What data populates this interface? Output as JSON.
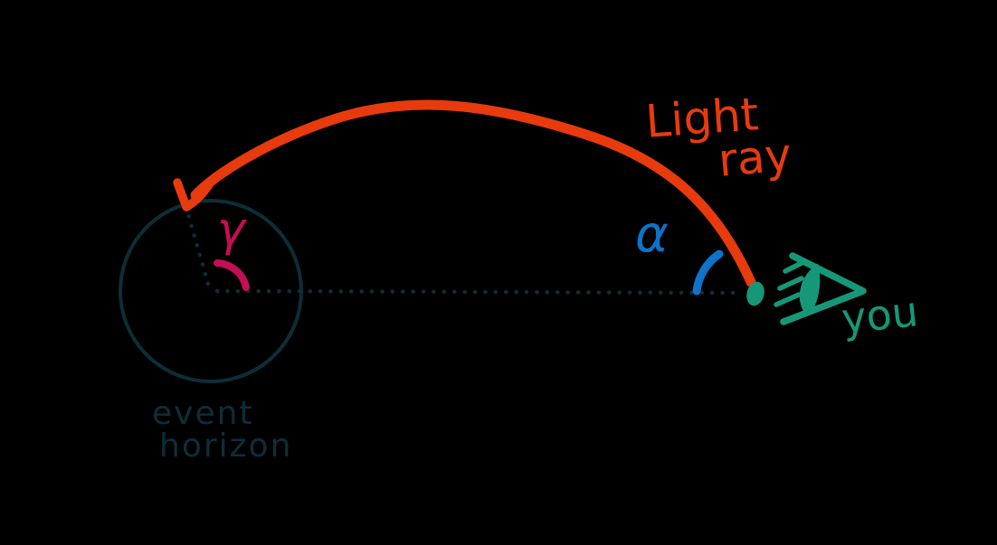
{
  "colors": {
    "background": "#000000",
    "light_ray": "#e83b0d",
    "alpha": "#0e73c9",
    "gamma": "#c50f55",
    "observer": "#169878",
    "dark_ink": "#0d2e38"
  },
  "labels": {
    "light_ray": {
      "line1": "Light",
      "line2": "ray"
    },
    "event_horizon": {
      "line1": "event",
      "line2": "horizon"
    },
    "observer": "you",
    "angle_alpha": "α",
    "angle_gamma": "γ"
  }
}
